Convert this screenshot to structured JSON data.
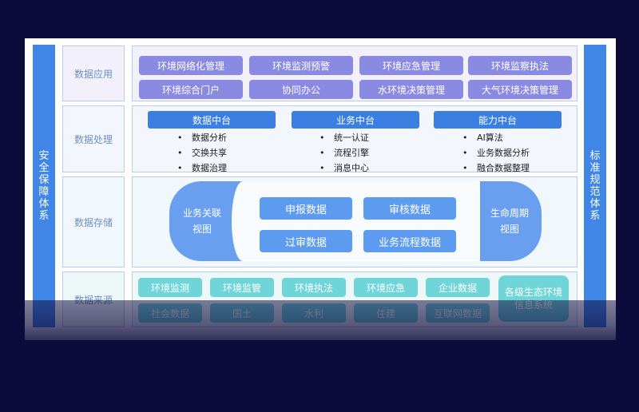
{
  "left_pillar": "安全保障体系",
  "right_pillar": "标准规范体系",
  "rows": {
    "app": {
      "label": "数据应用",
      "items": [
        "环境网络化管理",
        "环境监测预警",
        "环境应急管理",
        "环境监察执法",
        "环境综合门户",
        "协同办公",
        "水环境决策管理",
        "大气环境决策管理"
      ]
    },
    "process": {
      "label": "数据处理",
      "hubs": [
        {
          "title": "数据中台",
          "items": [
            "数据分析",
            "交换共享",
            "数据治理"
          ]
        },
        {
          "title": "业务中台",
          "items": [
            "统一认证",
            "流程引擎",
            "消息中心"
          ]
        },
        {
          "title": "能力中台",
          "items": [
            "AI算法",
            "业务数据分析",
            "融合数据整理"
          ]
        }
      ]
    },
    "storage": {
      "label": "数据存储",
      "left_view": "业务关联视图",
      "right_view": "生命周期视图",
      "items": [
        "申报数据",
        "审核数据",
        "过审数据",
        "业务流程数据"
      ]
    },
    "source": {
      "label": "数据来源",
      "items": [
        "环境监测",
        "环境监管",
        "环境执法",
        "环境应急",
        "企业数据",
        "社会数据",
        "国土",
        "水利",
        "住建",
        "互联网数据"
      ],
      "big_item": "各级生态环境信息系统"
    }
  },
  "colors": {
    "background": "#0d0a3c",
    "pillar": "#3f86e6",
    "app_tile": "#8a8ae2",
    "hub": "#3c7fe2",
    "storage": "#5d9bf0",
    "source_tile": "#6fd5d8"
  }
}
